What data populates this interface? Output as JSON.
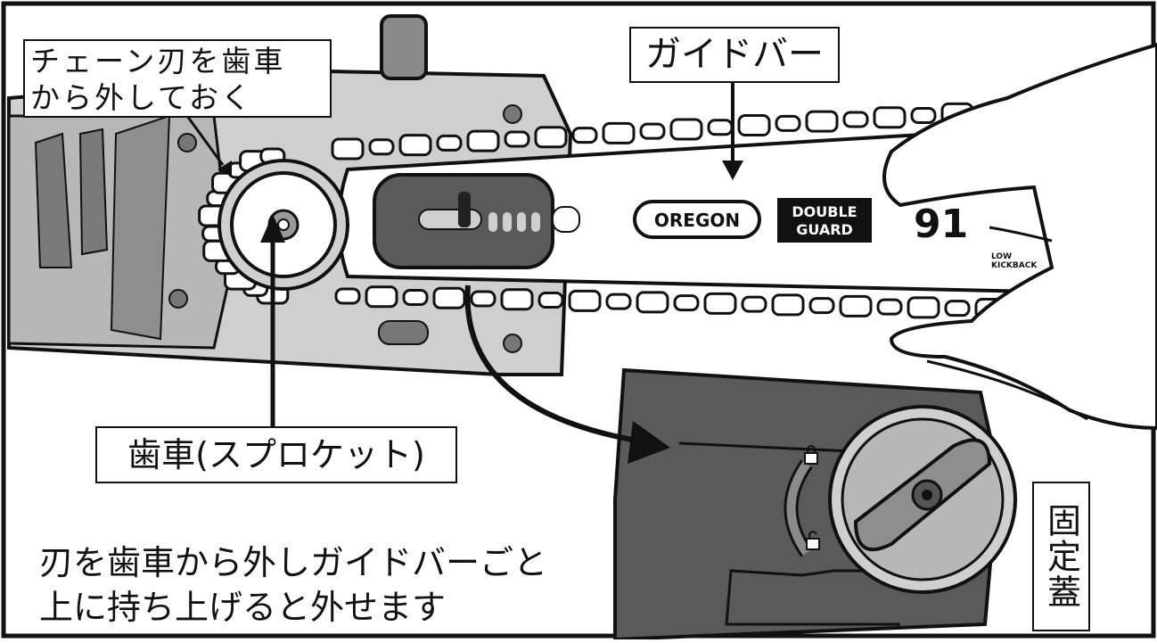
{
  "labels": {
    "remove_chain": "チェーン刃を歯車\nから外しておく",
    "guide_bar": "ガイドバー",
    "sprocket": "歯車(スプロケット)",
    "cover": "固定蓋"
  },
  "instruction": "刃を歯車から外しガイドバーごと\n上に持ち上げると外せます",
  "bar_branding": {
    "brand": "OREGON",
    "product_line": "DOUBLE\nGUARD",
    "model": "91",
    "kickback": "LOW\nKICKBACK"
  },
  "colors": {
    "body_gray": "#cfcfcf",
    "dark_gray": "#5a5a5a",
    "outline": "#111111",
    "chain_fill": "#ffffff"
  }
}
